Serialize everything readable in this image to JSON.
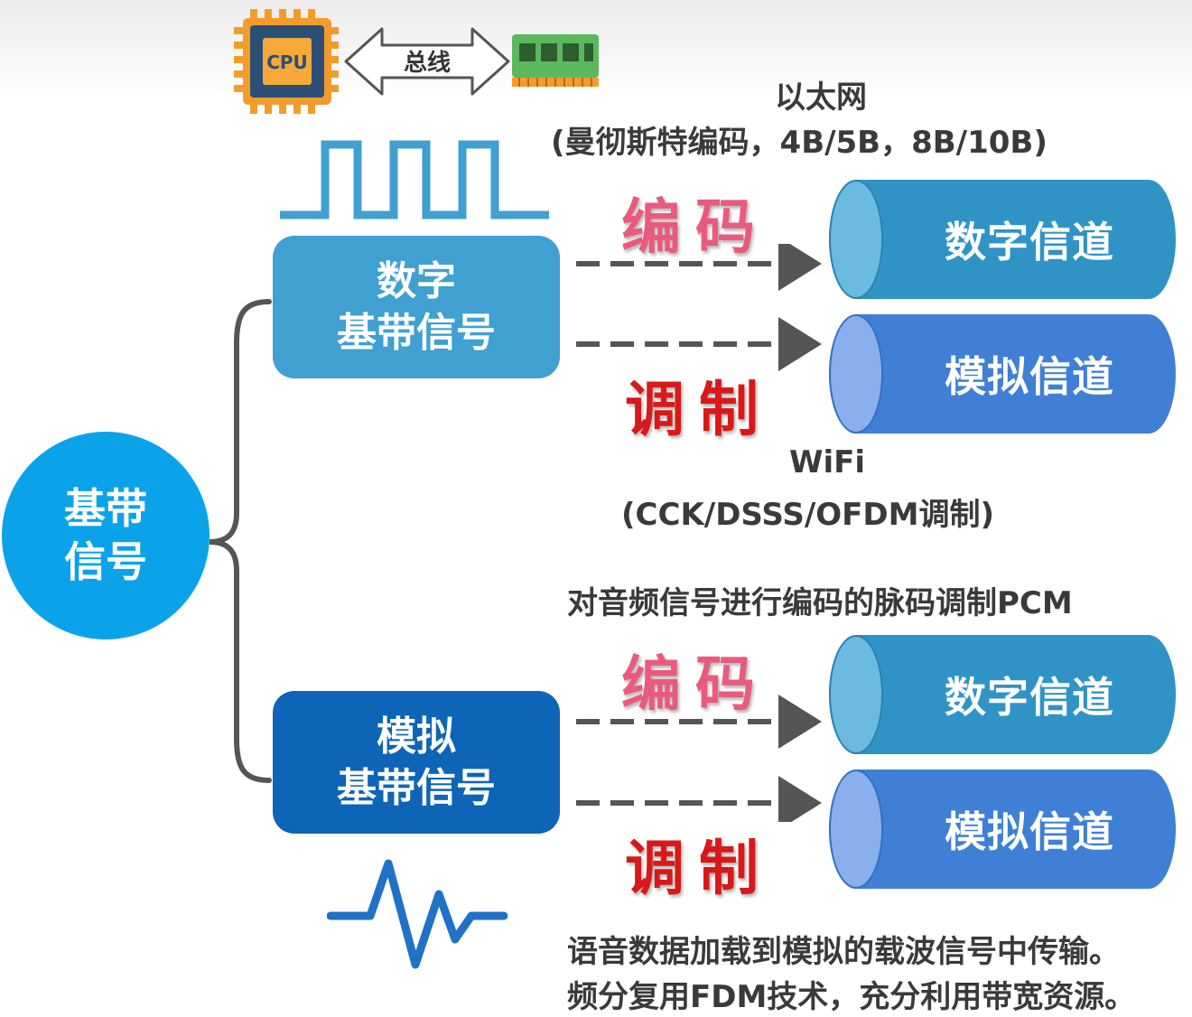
{
  "bus": {
    "cpu_label": "CPU",
    "bus_label": "总线"
  },
  "center": {
    "line1": "基带",
    "line2": "信号"
  },
  "digital_signal": {
    "line1": "数字",
    "line2": "基带信号",
    "ethernet_title": "以太网",
    "ethernet_detail": "(曼彻斯特编码，4B/5B，8B/10B)",
    "encode_label": "编码",
    "modulate_label": "调制",
    "wifi_title": "WiFi",
    "wifi_detail": "(CCK/DSSS/OFDM调制)",
    "channel_digital": "数字信道",
    "channel_analog": "模拟信道"
  },
  "analog_signal": {
    "line1": "模拟",
    "line2": "基带信号",
    "pcm_note": "对音频信号进行编码的脉码调制PCM",
    "encode_label": "编码",
    "modulate_label": "调制",
    "channel_digital": "数字信道",
    "channel_analog": "模拟信道",
    "note_line1": "语音数据加载到模拟的载波信号中传输。",
    "note_line2": "频分复用FDM技术，充分利用带宽资源。"
  },
  "colors": {
    "center": "#0aa3ea",
    "digital_box": "#3fa0d1",
    "analog_box": "#0e64b7",
    "encode_text": "#e95b7e",
    "modulate_text": "#d91919"
  }
}
